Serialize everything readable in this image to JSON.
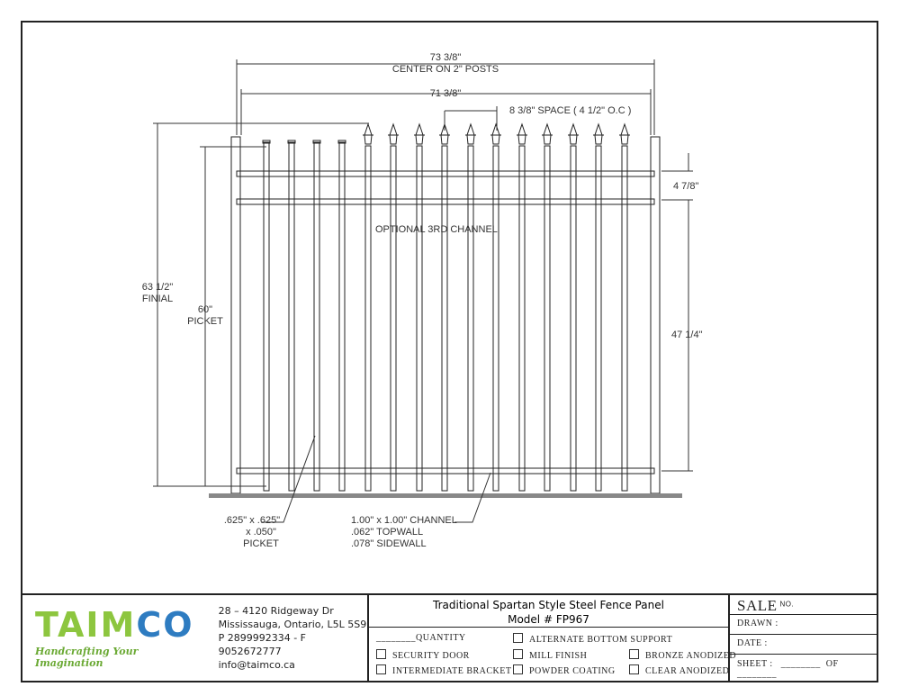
{
  "drawing": {
    "overall_width": "73 3/8\"",
    "overall_width_note": "CENTER ON 2\" POSTS",
    "inner_width": "71 3/8\"",
    "spacing": "8 3/8\" SPACE ( 4 1/2\" O.C )",
    "finial_height": "63 1/2\"",
    "finial_label": "FINIAL",
    "picket_height": "60\"",
    "picket_label": "PICKET",
    "rail_offset": "4 7/8\"",
    "rail_span": "47 1/4\"",
    "optional_channel": "OPTIONAL 3RD CHANNEL",
    "picket_spec": [
      ".625\" x .625\"",
      "x .050\"",
      "PICKET"
    ],
    "channel_spec": [
      "1.00\" x 1.00\" CHANNEL",
      ".062\" TOPWALL",
      ".078\" SIDEWALL"
    ]
  },
  "company": {
    "logo_text": "TAIMCO",
    "tagline": "Handcrafting Your Imagination",
    "address1": "28 – 4120 Ridgeway Dr",
    "address2": "Mississauga, Ontario, L5L 5S9",
    "phone": "P 2899992334 - F 9052672777",
    "email": "info@taimco.ca",
    "colors": {
      "green": "#8dc63f",
      "blue": "#2e7cc1"
    }
  },
  "title": {
    "line1": "Traditional Spartan Style Steel Fence Panel",
    "line2": "Model # FP967"
  },
  "options": {
    "quantity": "QUANTITY",
    "security_door": "SECURITY DOOR",
    "intermediate_bracket": "INTERMEDIATE BRACKET",
    "alternate_bottom": "ALTERNATE BOTTOM SUPPORT",
    "mill_finish": "MILL FINISH",
    "powder_coating": "POWDER COATING",
    "bronze_anodized": "BRONZE ANODIZED",
    "clear_anodized": "CLEAR ANODIZED"
  },
  "sheet": {
    "sale": "SALE",
    "no": "NO.",
    "drawn": "DRAWN :",
    "date": "DATE :",
    "sheet": "SHEET :",
    "of": "OF"
  }
}
